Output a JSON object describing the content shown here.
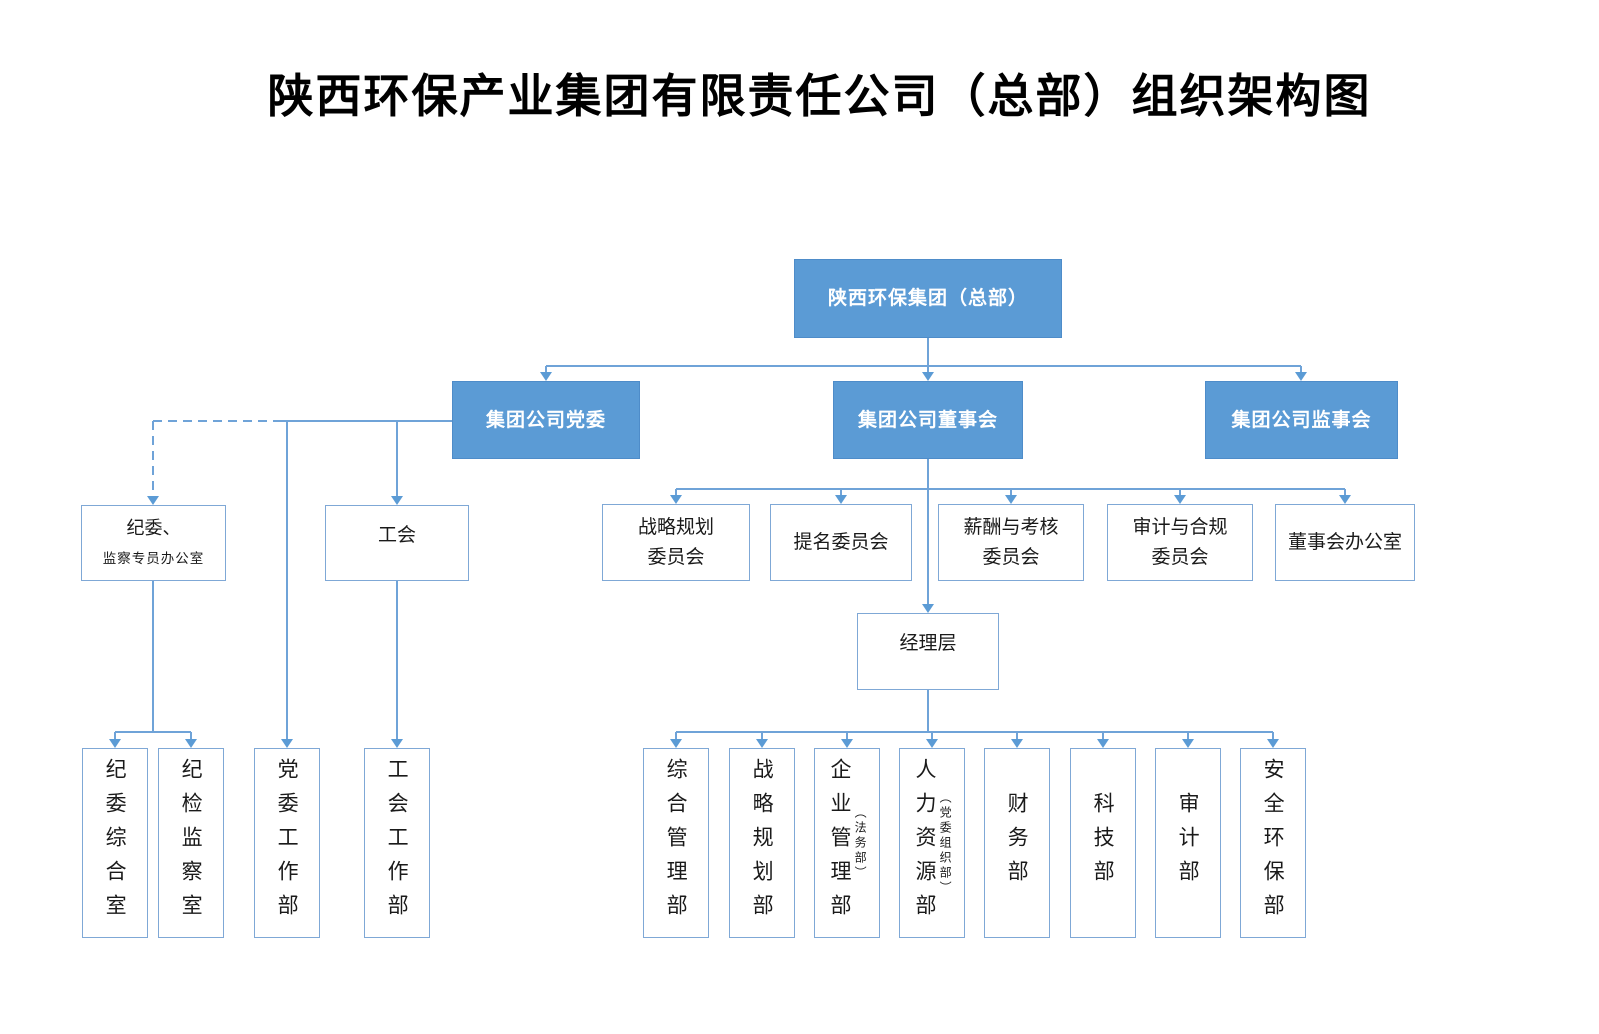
{
  "title": "陕西环保产业集团有限责任公司（总部）组织架构图",
  "chart": {
    "root": "陕西环保集团（总部）",
    "party": "集团公司党委",
    "board": "集团公司董事会",
    "supervisory": "集团公司监事会",
    "discipline_office": {
      "line1": "纪委、",
      "line2": "监察专员办公室"
    },
    "union": "工会",
    "committees": [
      {
        "line1": "战略规划",
        "line2": "委员会"
      },
      {
        "line1": "提名委员会",
        "line2": ""
      },
      {
        "line1": "薪酬与考核",
        "line2": "委员会"
      },
      {
        "line1": "审计与合规",
        "line2": "委员会"
      },
      {
        "line1": "董事会办公室",
        "line2": ""
      }
    ],
    "management": "经理层",
    "departments": [
      {
        "main": "综合管理部",
        "sub": ""
      },
      {
        "main": "战略规划部",
        "sub": ""
      },
      {
        "main": "企业管理部",
        "sub": "（法务部）"
      },
      {
        "main": "人力资源部",
        "sub": "（党委组织部）"
      },
      {
        "main": "财务部",
        "sub": ""
      },
      {
        "main": "科技部",
        "sub": ""
      },
      {
        "main": "审计部",
        "sub": ""
      },
      {
        "main": "安全环保部",
        "sub": ""
      }
    ],
    "left_departments": [
      "纪委综合室",
      "纪检监察室",
      "党委工作部",
      "工会工作部"
    ]
  },
  "colors": {
    "box_fill_blue": "#5B9BD5",
    "line_blue": "#6FA3D8",
    "box_border_blue": "#7FA8D6",
    "text_white": "#FFFFFF",
    "text_black": "#1A1A1A"
  }
}
